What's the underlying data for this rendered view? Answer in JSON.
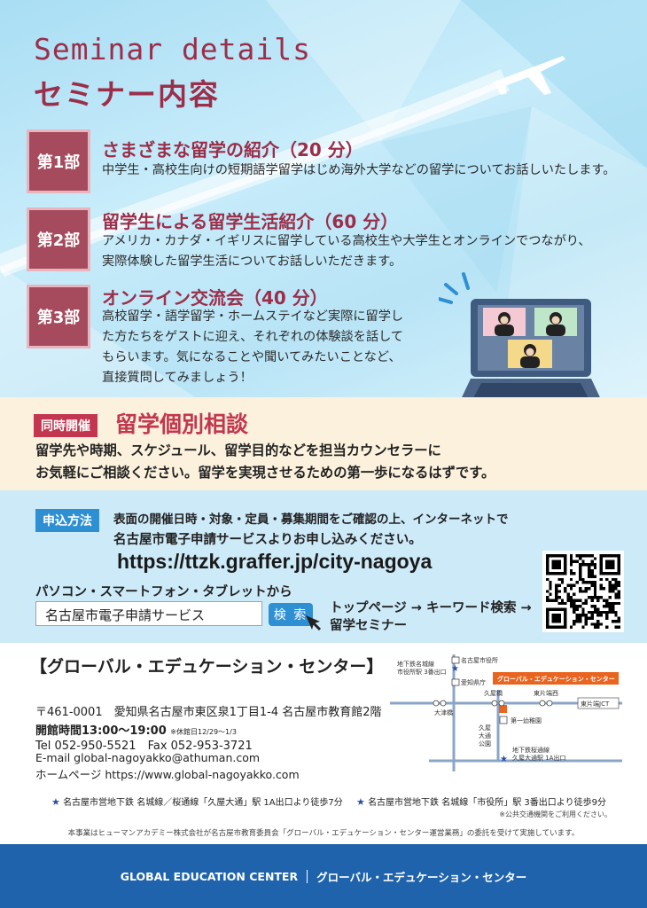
{
  "header": {
    "title_en": "Seminar details",
    "title_jp": "セミナー内容"
  },
  "parts": [
    {
      "badge": "第1部",
      "title": "さまざまな留学の紹介（20 分）",
      "desc": [
        "中学生・高校生向けの短期語学留学はじめ海外大学などの留学についてお話しいたします。"
      ]
    },
    {
      "badge": "第2部",
      "title": "留学生による留学生活紹介（60 分）",
      "desc": [
        "アメリカ・カナダ・イギリスに留学している高校生や大学生とオンラインでつながり、",
        "実際体験した留学生活についてお話しいただきます。"
      ]
    },
    {
      "badge": "第3部",
      "title": "オンライン交流会（40 分）",
      "desc": [
        "高校留学・語学留学・ホームステイなど実際に留学し",
        "た方たちをゲストに迎え、それぞれの体験談を話して",
        "もらいます。気になることや聞いてみたいことなど、",
        "直接質問してみましょう！"
      ]
    }
  ],
  "consult": {
    "tag": "同時開催",
    "title": "留学個別相談",
    "lines": [
      "留学先や時期、スケジュール、留学目的などを担当カウンセラーに",
      "お気軽にご相談ください。留学を実現させるための第一歩になるはずです。"
    ]
  },
  "apply": {
    "tag": "申込方法",
    "line1": "表面の開催日時・対象・定員・募集期間をご確認の上、インターネットで",
    "line2": "名古屋市電子申請サービスよりお申し込みください。",
    "url": "https://ttzk.graffer.jp/city-nagoya",
    "devices": "パソコン・スマートフォン・タブレットから",
    "search_value": "名古屋市電子申請サービス",
    "search_button": "検 索",
    "steps_line1": "トップページ → キーワード検索 →",
    "steps_line2": "留学セミナー"
  },
  "center": {
    "name": "【グローバル・エデュケーション・センター】",
    "address": "〒461-0001　愛知県名古屋市東区泉1丁目1-4  名古屋市教育館2階",
    "hours": "開館時間13:00～19:00",
    "hours_note": "※休館日12/29～1/3",
    "tel": "Tel 052-950-5521　Fax 052-953-3721",
    "email": "E-mail  global-nagoyakko@athuman.com",
    "web": "ホームページ https://www.global-nagoyakko.com"
  },
  "map": {
    "station_shiyakusho": "名古屋市役所",
    "station_meijo_1": "地下鉄名城線",
    "station_meijo_2": "市役所駅 3番出口",
    "aichi": "愛知県庁",
    "hisaya_bridge": "久屋橋",
    "higashi_kataha": "東片端西",
    "center_label": "グローバル・エデュケーション・センター",
    "higashi_jct": "東片端JCT",
    "otsu_bashi": "大津橋",
    "daiichi": "第一幼稚園",
    "hisaya_park_1": "久屋",
    "hisaya_park_2": "大通",
    "hisaya_park_3": "公園",
    "sakuradori_1": "地下鉄桜通線",
    "sakuradori_2": "久屋大通駅 1A出口"
  },
  "access": {
    "a1": "名古屋市営地下鉄 名城線／桜通線「久屋大通」駅 1A出口より徒歩7分",
    "a2": "名古屋市営地下鉄 名城線「市役所」駅 3番出口より徒歩9分",
    "note": "※公共交通機関をご利用ください。",
    "disclaimer": "本事業はヒューマンアカデミー株式会社が名古屋市教育委員会「グローバル・エデュケーション・センター運営業務」の委託を受けて実施しています。"
  },
  "footer": {
    "en": "GLOBAL EDUCATION CENTER",
    "jp": "グローバル・エデュケーション・センター"
  },
  "colors": {
    "accent_red": "#9b2f4a",
    "badge_red": "#a64b5d",
    "tag_red": "#c2374f",
    "tag_blue": "#2e8fd3",
    "footer_blue": "#1e63ab"
  }
}
